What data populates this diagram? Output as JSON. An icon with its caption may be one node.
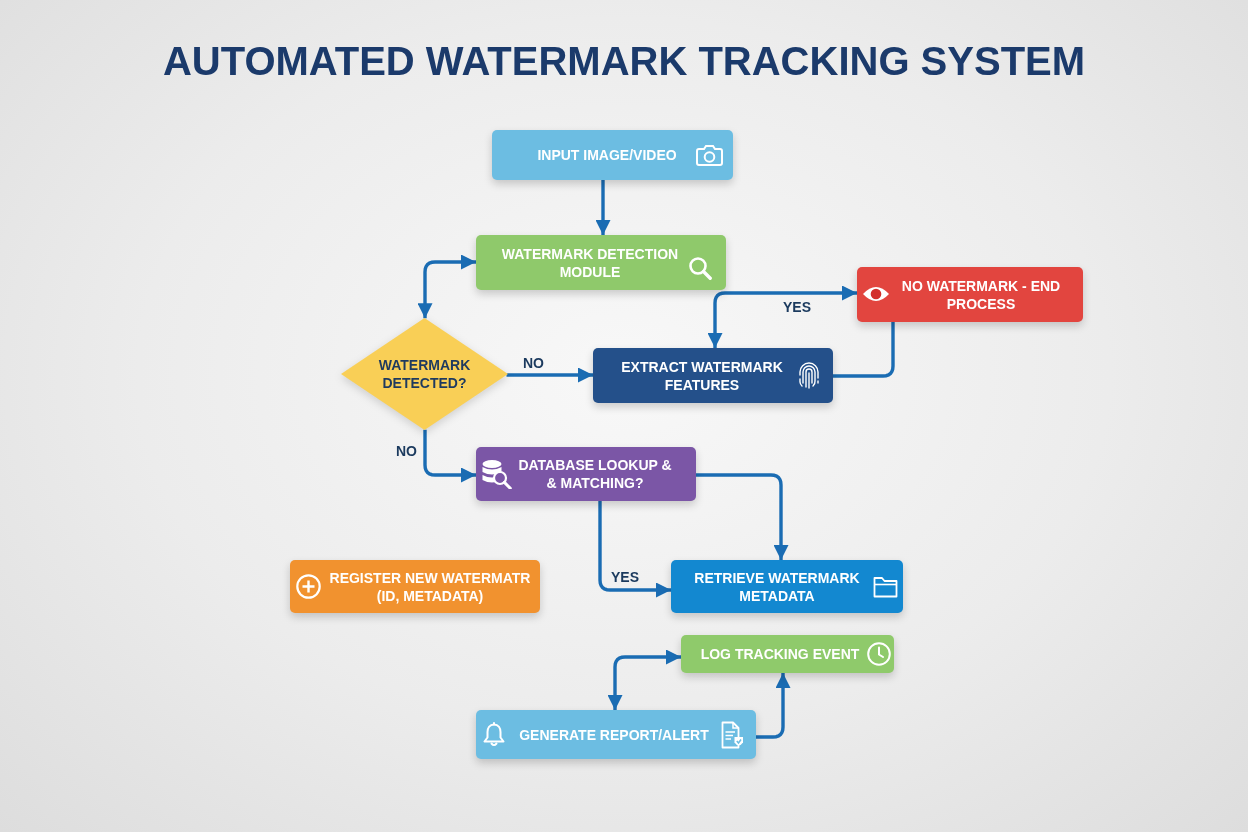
{
  "diagram": {
    "title": "AUTOMATED WATERMARK TRACKING SYSTEM",
    "nodes": [
      {
        "text": [
          "INPUT IMAGE/VIDEO"
        ]
      },
      {
        "text": [
          "WATERMARK DETECTION MODULE"
        ]
      },
      {
        "text": [
          "NO WATERMARK - END PROCESS"
        ]
      },
      {
        "text": [
          "WATERMARK DETECTED?"
        ]
      },
      {
        "text": [
          "EXTRACT WATERMARK FEATURES"
        ]
      },
      {
        "text": [
          "DATABASE LOOKUP & & MATCHING?"
        ]
      },
      {
        "text": [
          "REGISTER NEW WATERMATR (ID, METADATA)"
        ]
      },
      {
        "text": [
          "RETRIEVE WATERMARK METADATA"
        ]
      },
      {
        "text": [
          "LOG TRACKING EVENT"
        ]
      },
      {
        "text": [
          "GENERATE REPORT/ALERT"
        ]
      }
    ],
    "edges": [
      {
        "from": 0,
        "to": 1,
        "arrow": "to"
      },
      {
        "from": 3,
        "to": 1,
        "arrow": "both"
      },
      {
        "from": 4,
        "to": 2,
        "arrow": "both",
        "label": "YES"
      },
      {
        "from": 3,
        "to": 4,
        "arrow": "to",
        "label": "NO"
      },
      {
        "from": 4,
        "to": 2,
        "arrow": "none"
      },
      {
        "from": 3,
        "to": 5,
        "arrow": "to",
        "label": "NO"
      },
      {
        "from": 5,
        "to": 7,
        "arrow": "to"
      },
      {
        "from": 5,
        "to": 7,
        "arrow": "to",
        "label": "YES"
      },
      {
        "from": 9,
        "to": 8,
        "arrow": "both"
      },
      {
        "from": 9,
        "to": 8,
        "arrow": "to"
      }
    ]
  }
}
